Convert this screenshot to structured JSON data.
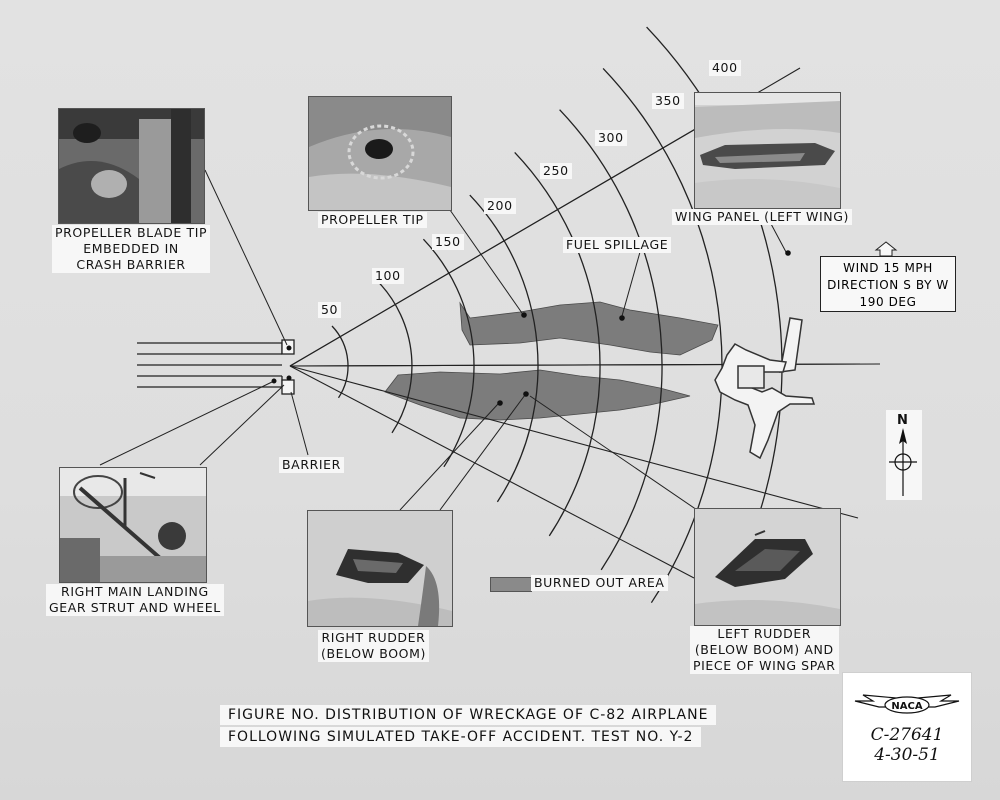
{
  "figure": {
    "title_line1": "FIGURE NO.   DISTRIBUTION OF WRECKAGE OF C-82 AIRPLANE",
    "title_line2": "FOLLOWING SIMULATED TAKE-OFF ACCIDENT.   TEST NO. Y-2"
  },
  "distance_labels": [
    "50",
    "100",
    "150",
    "200",
    "250",
    "300",
    "350",
    "400"
  ],
  "photo_captions": {
    "blade_tip": [
      "PROPELLER BLADE TIP",
      "EMBEDDED IN",
      "CRASH BARRIER"
    ],
    "prop_tip": [
      "PROPELLER TIP"
    ],
    "wing_panel": [
      "WING PANEL (LEFT WING)"
    ],
    "landing_gear": [
      "RIGHT MAIN LANDING",
      "GEAR STRUT AND WHEEL"
    ],
    "right_rudder": [
      "RIGHT RUDDER",
      "(BELOW BOOM)"
    ],
    "left_rudder": [
      "LEFT RUDDER",
      "(BELOW BOOM) AND",
      "PIECE OF WING SPAR"
    ]
  },
  "labels": {
    "fuel_spillage": "FUEL SPILLAGE",
    "barrier": "BARRIER",
    "burned_out_area": "BURNED OUT AREA"
  },
  "wind": {
    "line1": "WIND 15 MPH",
    "line2": "DIRECTION S BY W",
    "line3": "190 DEG"
  },
  "compass": {
    "north_label": "N"
  },
  "naca_stamp": {
    "logo_text": "NACA",
    "number": "C-27641",
    "date": "4-30-51"
  }
}
